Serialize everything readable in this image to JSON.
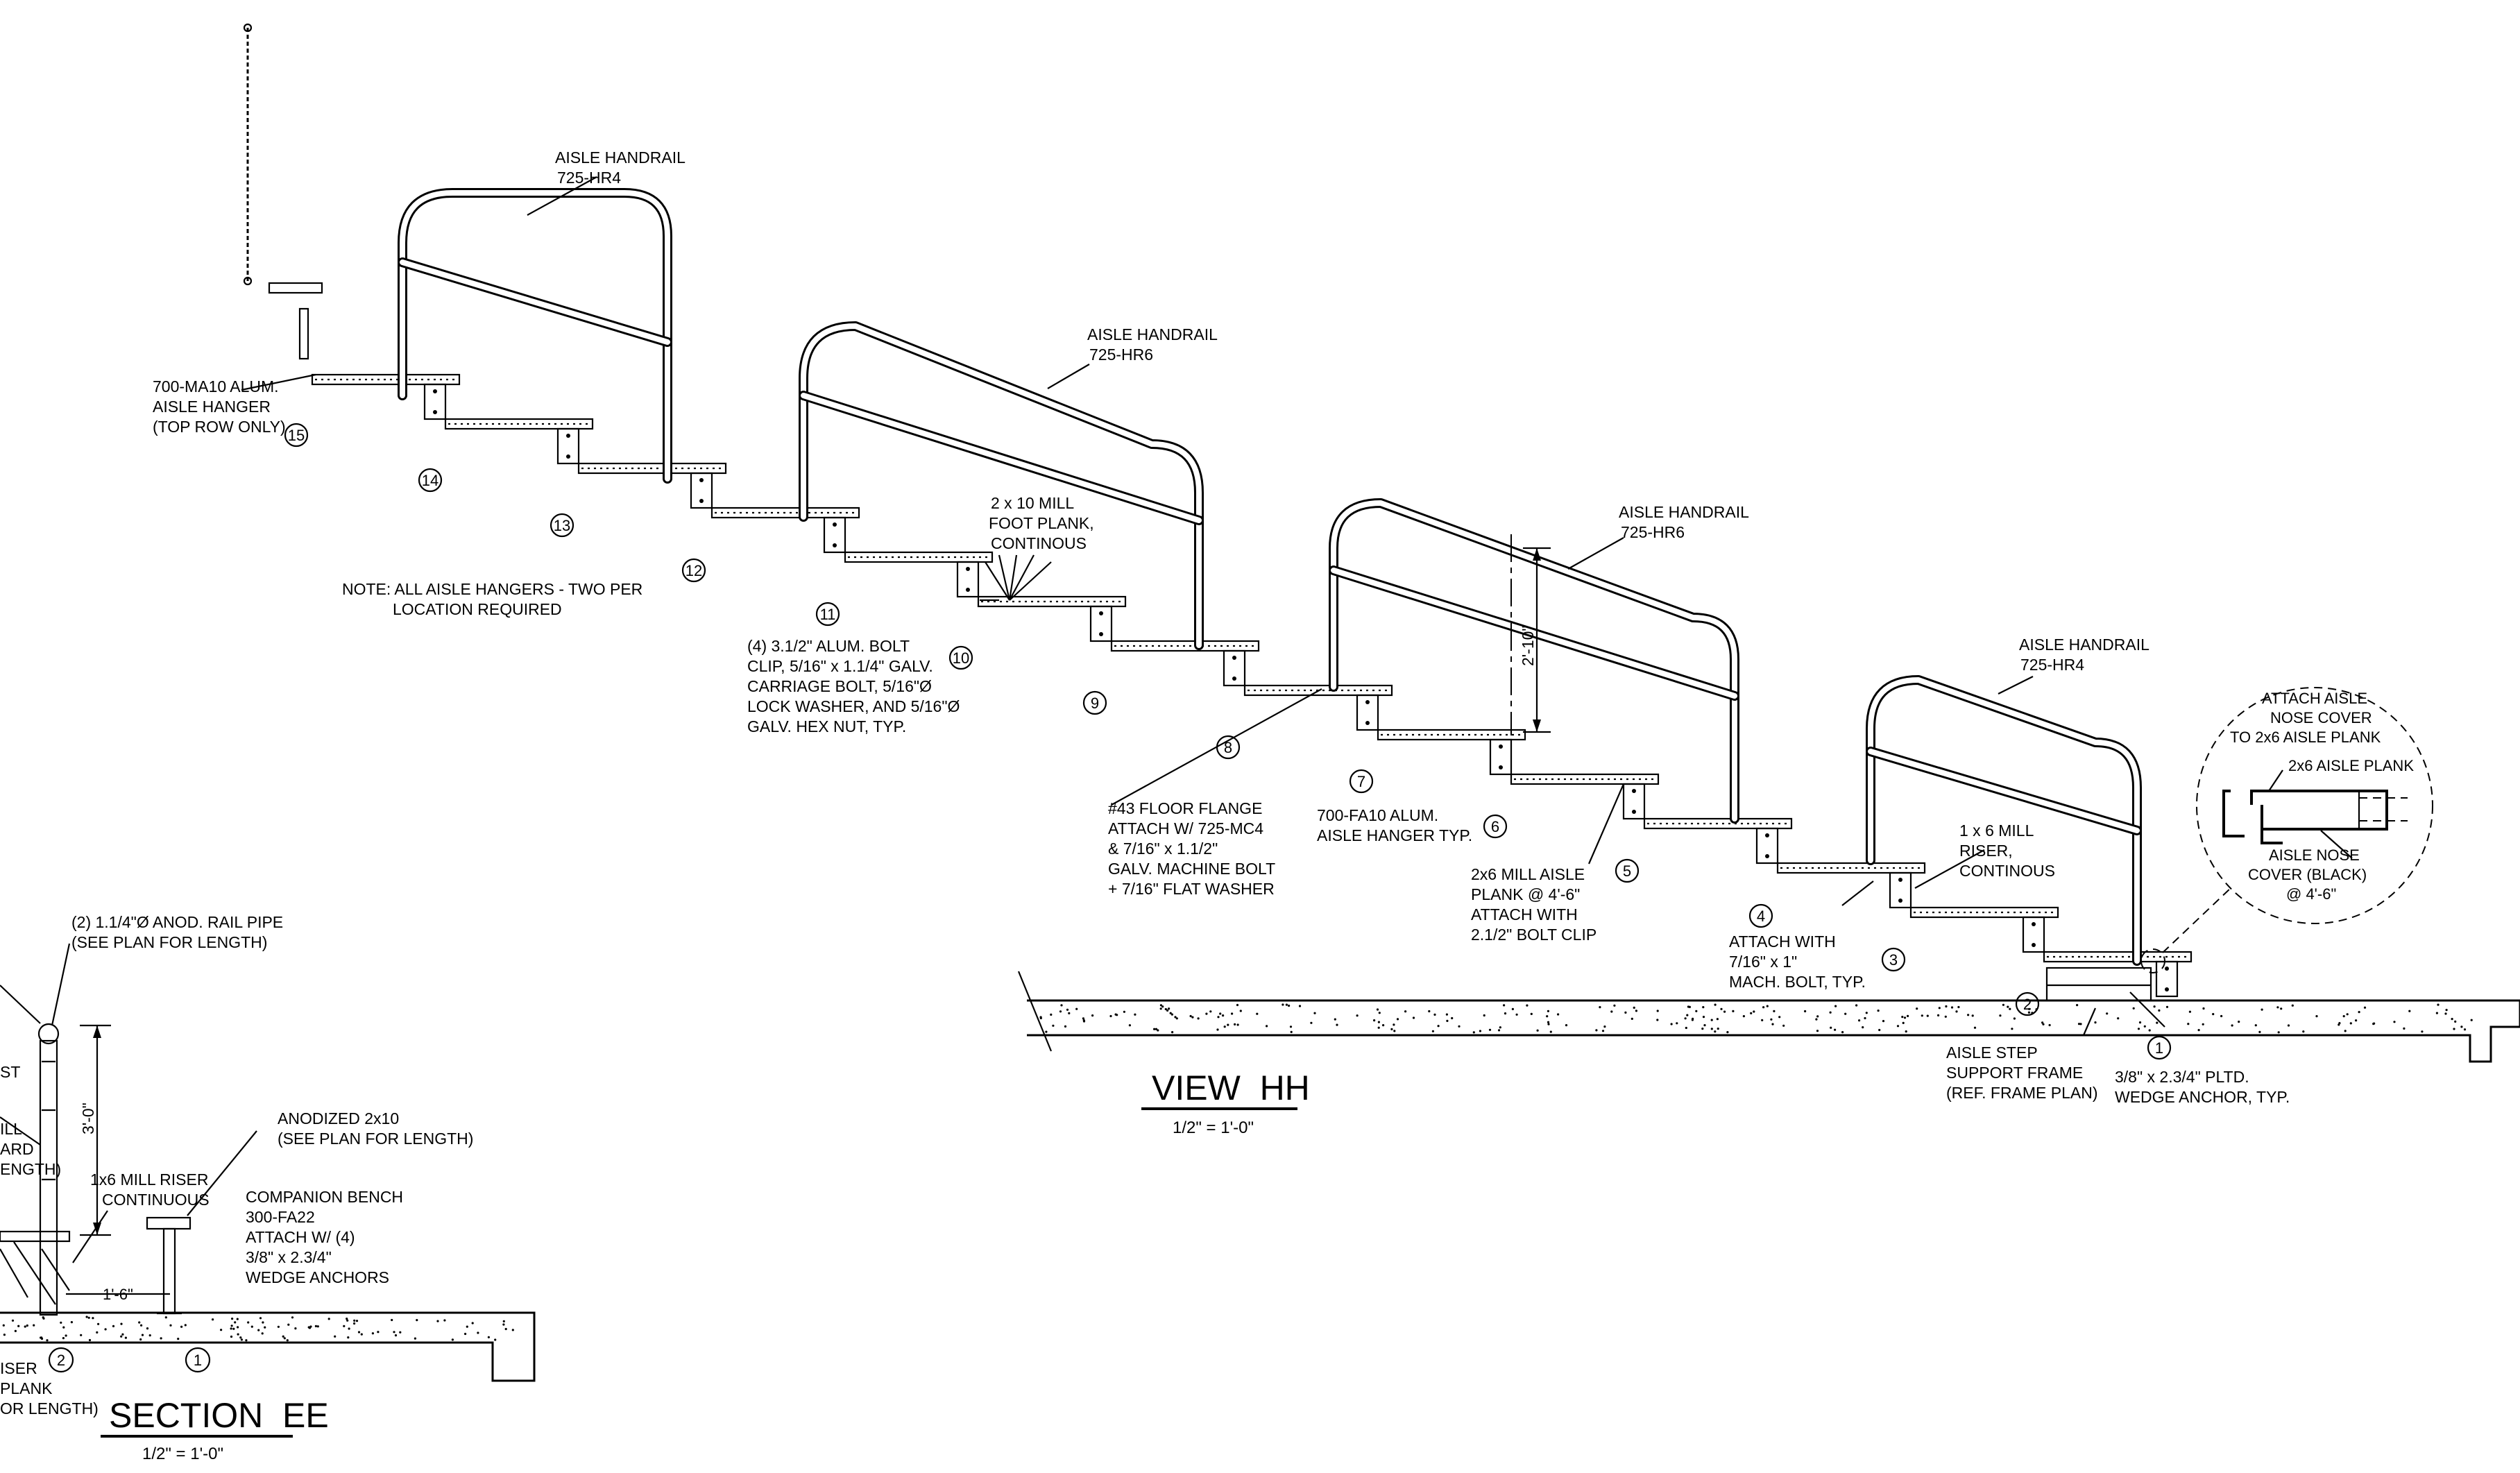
{
  "view_hh": {
    "title": "VIEW  HH",
    "scale": "1/2\" = 1'-0\"",
    "callouts": {
      "handrail_hr4_top": [
        "AISLE HANDRAIL",
        "725-HR4"
      ],
      "handrail_hr6_a": [
        "AISLE HANDRAIL",
        "725-HR6"
      ],
      "handrail_hr6_b": [
        "AISLE HANDRAIL",
        "725-HR6"
      ],
      "handrail_hr4_bottom": [
        "AISLE HANDRAIL",
        "725-HR4"
      ],
      "top_hanger": [
        "700-MA10 ALUM.",
        "AISLE HANGER",
        "(TOP ROW ONLY)"
      ],
      "hanger_note": [
        "NOTE:  ALL AISLE HANGERS - TWO PER",
        "LOCATION REQUIRED"
      ],
      "foot_plank": [
        "2 x 10 MILL",
        "FOOT PLANK,",
        "CONTINOUS"
      ],
      "bolt_clip": [
        "(4) 3.1/2\" ALUM. BOLT",
        "CLIP, 5/16\" x 1.1/4\" GALV.",
        "CARRIAGE BOLT, 5/16\"Ø",
        "LOCK WASHER, AND 5/16\"Ø",
        "GALV. HEX NUT, TYP."
      ],
      "floor_flange": [
        "#43 FLOOR FLANGE",
        "ATTACH W/ 725-MC4",
        "& 7/16\" x 1.1/2\"",
        "GALV. MACHINE BOLT",
        "+ 7/16\" FLAT WASHER"
      ],
      "fa10_hanger": [
        "700-FA10 ALUM.",
        "AISLE HANGER TYP."
      ],
      "aisle_plank": [
        "2x6 MILL AISLE",
        "PLANK @ 4'-6\"",
        "ATTACH WITH",
        "2.1/2\" BOLT CLIP"
      ],
      "mach_bolt": [
        "ATTACH WITH",
        "7/16\" x 1\"",
        "MACH. BOLT, TYP."
      ],
      "riser": [
        "1 x 6 MILL",
        "RISER,",
        "CONTINOUS"
      ],
      "support_frame": [
        "AISLE STEP",
        "SUPPORT FRAME",
        "(REF. FRAME PLAN)"
      ],
      "wedge_anchor": [
        "3/8\" x 2.3/4\" PLTD.",
        "WEDGE ANCHOR, TYP."
      ],
      "detail_nose": [
        "ATTACH AISLE",
        "NOSE COVER",
        "TO 2x6 AISLE PLANK"
      ],
      "detail_plank": "2x6 AISLE PLANK",
      "detail_cover": [
        "AISLE NOSE",
        "COVER (BLACK)",
        "@ 4'-6\""
      ]
    },
    "dimension": "2'-10\"",
    "row_numbers": [
      "15",
      "14",
      "13",
      "12",
      "11",
      "10",
      "9",
      "8",
      "7",
      "6",
      "5",
      "4",
      "3",
      "2",
      "1"
    ]
  },
  "section_ee": {
    "title": "SECTION  EE",
    "scale": "1/2\" = 1'-0\"",
    "callouts": {
      "rail_pipe": [
        "(2) 1.1/4\"Ø ANOD. RAIL PIPE",
        "(SEE PLAN FOR LENGTH)"
      ],
      "anodized": [
        "ANODIZED 2x10",
        "(SEE PLAN FOR LENGTH)"
      ],
      "mill_riser": [
        "1x6 MILL RISER",
        "CONTINUOUS"
      ],
      "bench": [
        "COMPANION BENCH",
        "300-FA22",
        "ATTACH W/ (4)",
        "3/8\" x 2.3/4\"",
        "WEDGE ANCHORS"
      ],
      "cut_left": [
        "ST",
        "ILL",
        "ARD",
        "ENGTH)"
      ],
      "cut_bottom": [
        "ISER",
        "PLANK",
        "OR LENGTH)"
      ]
    },
    "height_dim": "3'-0\"",
    "spacing_dim": "1'-6\"",
    "markers": [
      "2",
      "1"
    ]
  }
}
